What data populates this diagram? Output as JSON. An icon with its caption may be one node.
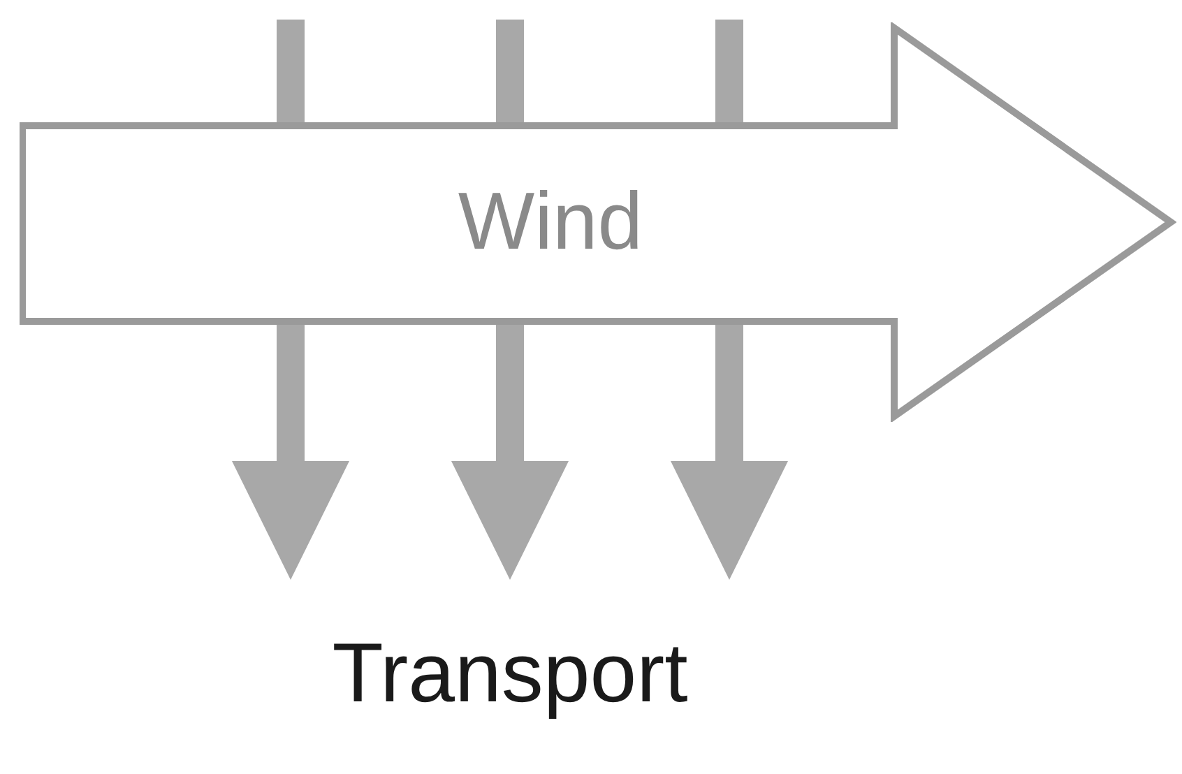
{
  "diagram": {
    "nodes": [
      {
        "text": [
          "Wind"
        ]
      },
      {
        "text": [
          "Transport"
        ]
      }
    ],
    "edges": [
      {
        "from": null,
        "to": 1,
        "arrow": "to"
      },
      {
        "from": null,
        "to": 1,
        "arrow": "to"
      },
      {
        "from": null,
        "to": 1,
        "arrow": "to"
      }
    ]
  }
}
